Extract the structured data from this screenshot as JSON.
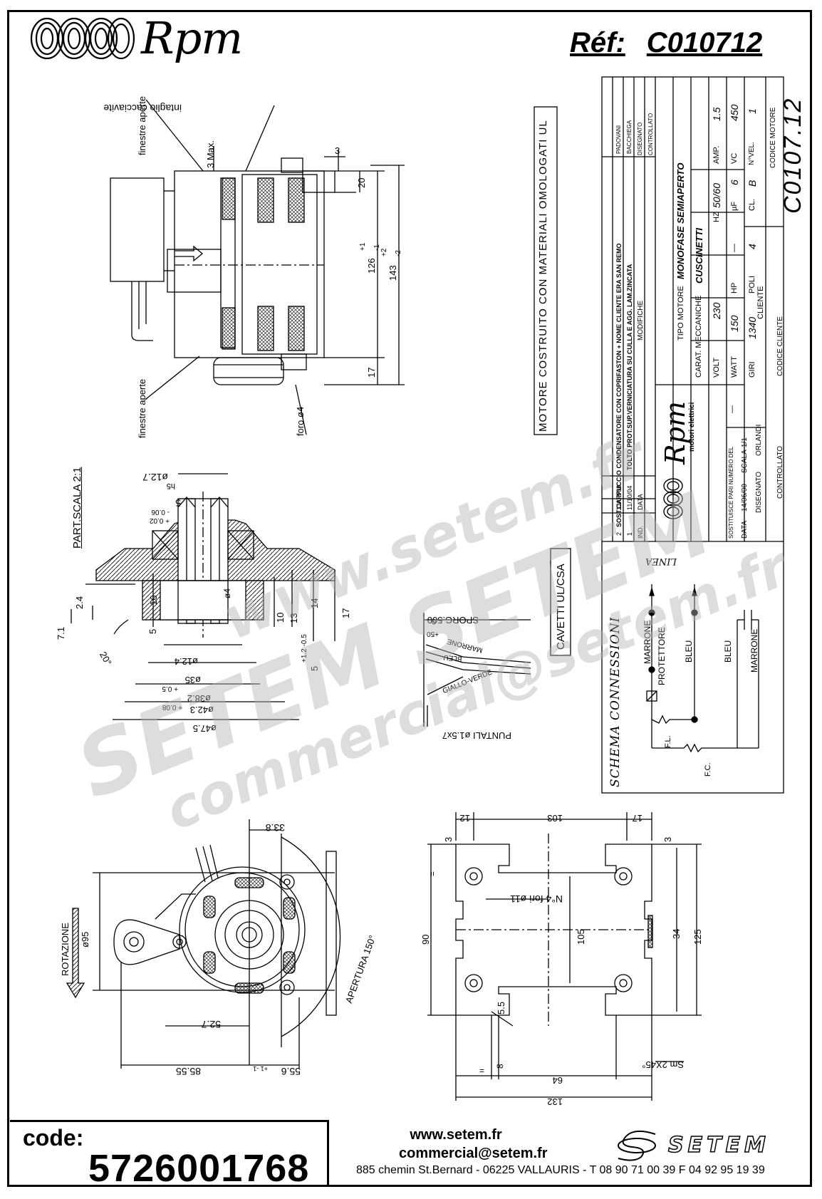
{
  "header": {
    "brand": "Rpm",
    "ref_label": "Réf:",
    "ref_value": "C010712"
  },
  "side_view": {
    "callout_top": "intaglio cacciavite",
    "finestre_top": "finestre aperte",
    "finestre_bottom": "finestre aperte",
    "max_label": "3 Max.",
    "dim_3": "3",
    "dim_20": "20",
    "dim_126": "126",
    "dim_126_tol_top": "+1",
    "dim_126_tol_bottom": "-1",
    "dim_143": "143",
    "dim_143_tol_top": "+2",
    "dim_143_tol_bottom": "-2",
    "dim_17": "17",
    "foro": "foro ø4"
  },
  "note_ul": "MOTORE COSTRUITO CON MATERIALI OMOLOGATI UL",
  "note_cavetti": "CAVETTI UL/CSA",
  "detail": {
    "scale": "PART.SCALA 2:1",
    "d127": "ø12.7",
    "h5": "h5",
    "d5": "5",
    "d5_tol1": "- 0.06",
    "d5_tol2": "+ 0.02",
    "dim_24": "2.4",
    "dim_71": "7.1",
    "dim_16": "16",
    "dim_4": "ø4",
    "dim_10": "10",
    "dim_13": "13",
    "dim_14": "14",
    "dim_17": "17",
    "dim_5": "5",
    "dim_5b": "5",
    "dim_5_tol": "+1.2 -0.5",
    "angle": "20°",
    "d124": "ø12.4",
    "d35": "ø35",
    "d35_tol": "+ 0.5",
    "d382": "ø38.2",
    "d382_tol": "+ 0.08",
    "d423": "ø42.3",
    "d475": "ø47.5"
  },
  "wires": {
    "sporg": "SPORG.500",
    "sporg_zero": "0",
    "sporg_tol": "+50",
    "marrone": "MARRONE",
    "bleu": "BLEU",
    "giallo": "GIALLO-VERDE",
    "puntali": "PUNTALI ø1.5x7"
  },
  "title_block": {
    "rev_rows": [
      {
        "n": "",
        "date": "",
        "text": "",
        "by": ""
      },
      {
        "n": "",
        "date": "",
        "text": "",
        "by": ""
      },
      {
        "n": "2",
        "date": "13/02/08",
        "text": "SOST.CAPPUCCIO CONDENSATORE CON COPRIFASTON + NOME CLIENTE ERA SAN REMO",
        "by": "PADOVANI"
      },
      {
        "n": "1",
        "date": "11/10/04",
        "text": "TOLTO PROT.SUP.VERNICIATURA SU CULLA E AGG. LAM.ZINCATA",
        "by": "BACCHIEGA"
      }
    ],
    "h_ind": "IND.",
    "h_data": "DATA",
    "h_modifiche": "MODIFICHE",
    "h_disegnato": "DISEGNATO",
    "h_controllato": "CONTROLLATO",
    "brand_small": "Rpm",
    "brand_sub": "motori elettrici",
    "tipo_label": "TIPO MOTORE",
    "tipo_value": "MONOFASE SEMIAPERTO",
    "carat_label": "CARAT. MECCANICHE",
    "carat_value": "CUSCINETTI",
    "volt_label": "VOLT",
    "volt_value": "230",
    "hz_label": "HZ",
    "hz_value": "50/60",
    "amp_label": "AMP.",
    "amp_value": "1.5",
    "watt_label": "WATT",
    "watt_value": "150",
    "hp_label": "HP",
    "hp_value": "—",
    "uf_label": "µF",
    "uf_value": "6",
    "vc_label": "VC",
    "vc_value": "450",
    "giri_label": "GIRI",
    "giri_value": "1340",
    "poli_label": "POLI",
    "poli_value": "4",
    "cl_label": "CL.",
    "cl_value": "B",
    "nvel_label": "N°VEL.",
    "nvel_value": "1",
    "sostituisce_label": "SOSTITUISCE PARI NUMERO DEL",
    "sostituisce_value": "—",
    "cliente_label": "CLIENTE",
    "codice_motore_label": "CODICE MOTORE",
    "codice_motore_value": "C0107.12",
    "data_label": "DATA",
    "data_value": "14/06/00",
    "scala_label": "SCALA",
    "scala_value": "1/1",
    "disegnato_label": "DISEGNATO",
    "disegnato_value": "ORLANDI",
    "controllato_label": "CONTROLLATO",
    "codice_cliente_label": "CODICE CLIENTE"
  },
  "schema": {
    "title": "SCHEMA CONNESSIONI",
    "linea": "LINEA",
    "marrone": "MARRONE",
    "protettore": "PROTETTORE",
    "bleu1": "BLEU",
    "bleu2": "BLEU",
    "marrone2": "MARRONE",
    "fl": "F.L.",
    "fc": "F.C."
  },
  "front_view": {
    "rotazione": "ROTAZIONE",
    "d95": "ø95",
    "dim_338": "33.8",
    "apertura": "APERTURA 150°",
    "dim_527": "52.7",
    "dim_8555": "85.55",
    "dim_556": "55.6",
    "dim_556_tol": "+1 -1"
  },
  "bracket": {
    "dim_12": "12",
    "dim_103": "103",
    "dim_17": "17",
    "dim_3a": "3",
    "dim_3b": "3",
    "holes": "N°4 fori ø11",
    "eq": "=",
    "dim_105": "105",
    "dim_90": "90",
    "dim_34": "34",
    "dim_125": "125",
    "dim_55": "5.5",
    "dim_8": "8",
    "sm": "Sm 2X45°",
    "dim_64": "64",
    "dim_132": "132"
  },
  "watermark": {
    "line1": "www.setem.fr",
    "line2": "SETEM SETEM",
    "line3": "commercial@setem.fr"
  },
  "footer": {
    "code_label": "code:",
    "code_value": "5726001768",
    "web": "www.setem.fr",
    "email": "commercial@setem.fr",
    "address": "885 chemin St.Bernard  -  06225 VALLAURIS  -  T 08 90 71 00 39   F 04 92 95 19 39",
    "setem_brand": "SETEM"
  }
}
